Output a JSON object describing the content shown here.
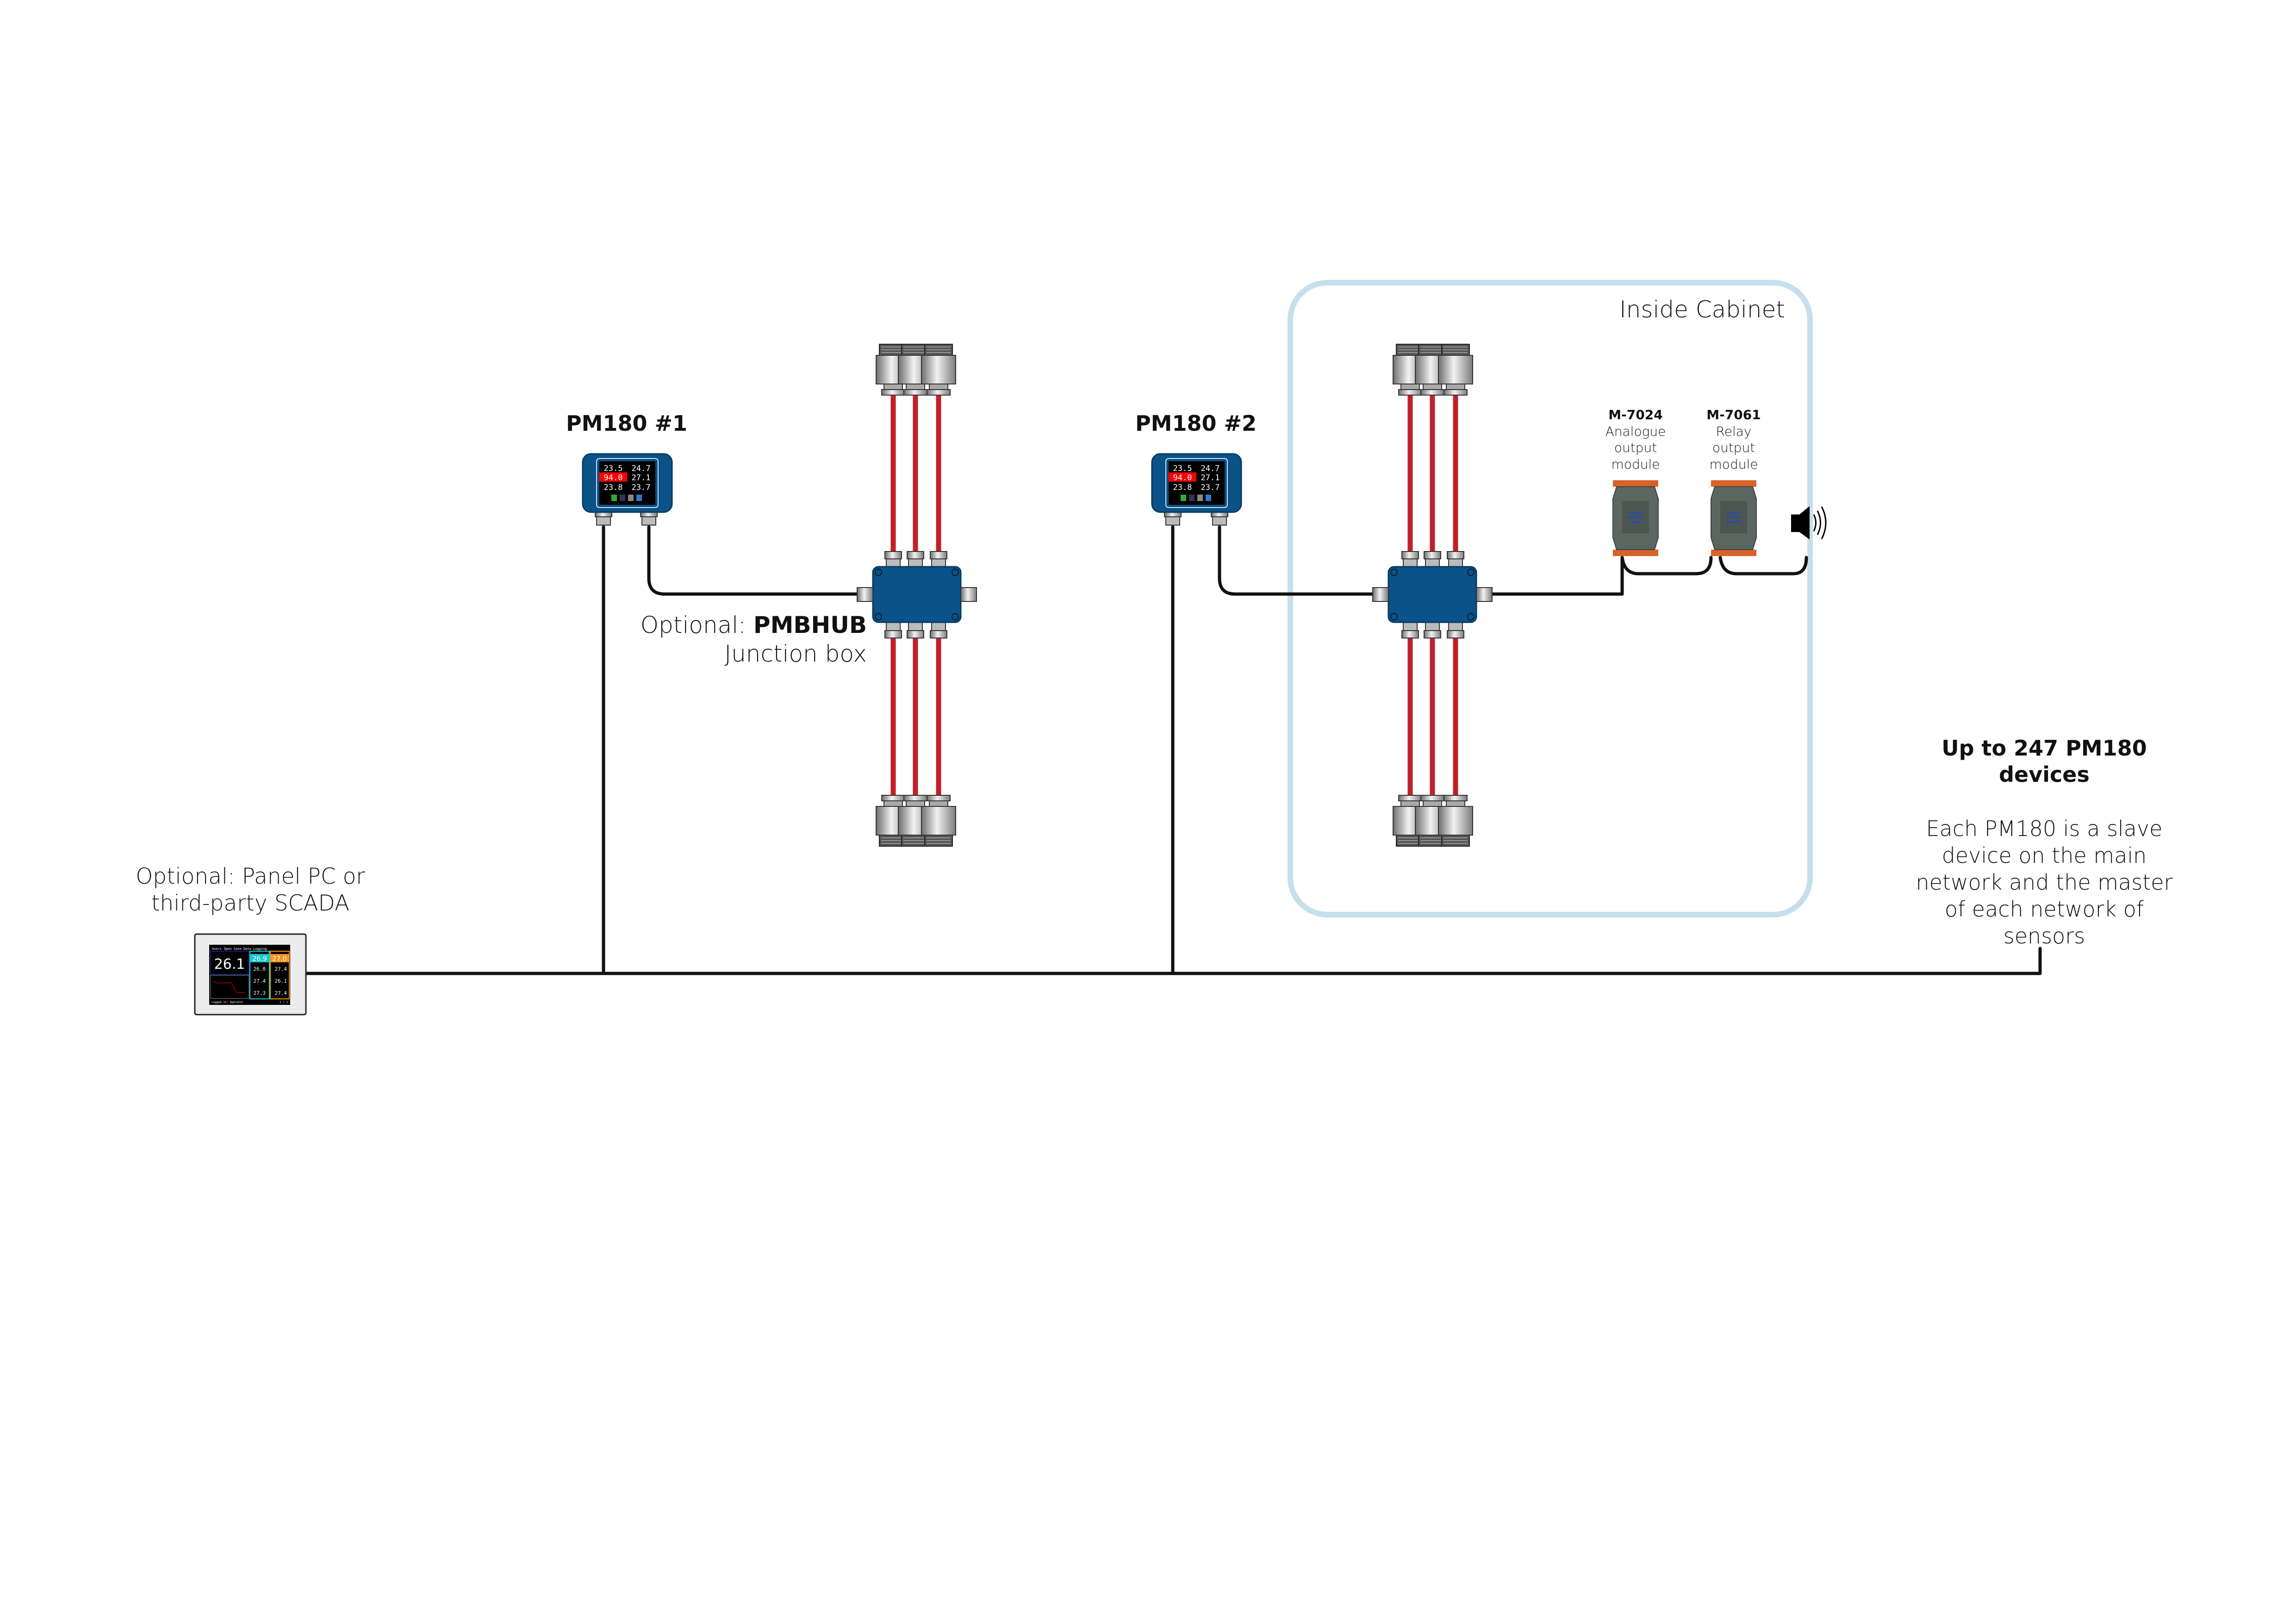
{
  "colors": {
    "device_blue": "#0a5287",
    "sensor_cable": "#c0202a",
    "cabinet_border": "#c6dfec",
    "alarm_red": "#ff0000",
    "cyan": "#19c8d2",
    "orange": "#f7931e"
  },
  "panel_pc": {
    "label_line1": "Optional: Panel PC or",
    "label_line2": "third-party SCADA",
    "screen": {
      "buttons": [
        "Users",
        "Open",
        "Save",
        "Data Logging"
      ],
      "main_value": "26.1",
      "group_cyan": "26.9",
      "group_orange": "27.0",
      "cyan_values": [
        "26.0",
        "27.4",
        "27.3"
      ],
      "orange_values": [
        "27.4",
        "26.1",
        "27.4"
      ],
      "status": "Logged in: Operator",
      "page": "1 / 1"
    }
  },
  "pm180_1": {
    "title": "PM180 #1",
    "readings": [
      "23.5",
      "24.7",
      "94.0",
      "27.1",
      "23.8",
      "23.7"
    ]
  },
  "pm180_2": {
    "title": "PM180 #2",
    "readings": [
      "23.5",
      "24.7",
      "94.0",
      "27.1",
      "23.8",
      "23.7"
    ]
  },
  "junction": {
    "prefix": "Optional: ",
    "name": "PMBHUB",
    "line2": "Junction box"
  },
  "cabinet": {
    "label": "Inside Cabinet"
  },
  "modules": [
    {
      "model": "M-7024",
      "line1": "Analogue",
      "line2": "output",
      "line3": "module"
    },
    {
      "model": "M-7061",
      "line1": "Relay",
      "line2": "output",
      "line3": "module"
    }
  ],
  "speaker": {
    "icon": "speaker-icon"
  },
  "network_note": {
    "title_line1": "Up to 247 PM180",
    "title_line2": "devices",
    "body": [
      "Each PM180 is a slave",
      "device on the main",
      "network and the master",
      "of each network of",
      "sensors"
    ]
  }
}
